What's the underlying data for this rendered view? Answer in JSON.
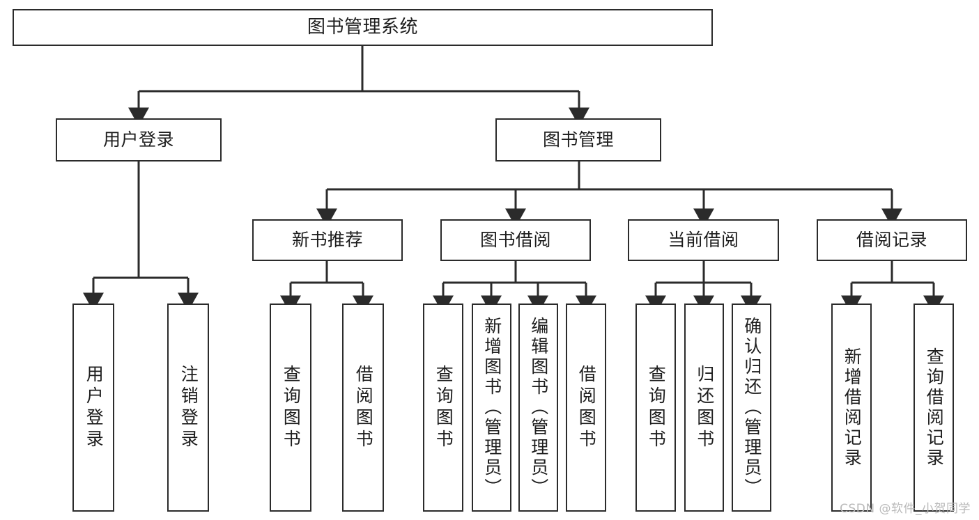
{
  "diagram": {
    "type": "tree",
    "title": "图书管理系统",
    "colors": {
      "stroke": "#2b2b2b",
      "fill": "#ffffff",
      "text": "#1d1d1d",
      "watermark": "#b9b9b9"
    },
    "watermark": "CSDN @软件_小贺同学",
    "nodes": {
      "root": {
        "label": "图书管理系统"
      },
      "level2": [
        {
          "label": "用户登录"
        },
        {
          "label": "图书管理"
        }
      ],
      "level3": [
        {
          "label": "新书推荐"
        },
        {
          "label": "图书借阅"
        },
        {
          "label": "当前借阅"
        },
        {
          "label": "借阅记录"
        }
      ],
      "leaves": {
        "user_login": [
          {
            "label": "用户登录"
          },
          {
            "label": "注销登录"
          }
        ],
        "new_book": [
          {
            "label": "查询图书"
          },
          {
            "label": "借阅图书"
          }
        ],
        "book_borrow": [
          {
            "label": "查询图书"
          },
          {
            "label": "新增图书（管理员）"
          },
          {
            "label": "编辑图书（管理员）"
          },
          {
            "label": "借阅图书"
          }
        ],
        "current_borrow": [
          {
            "label": "查询图书"
          },
          {
            "label": "归还图书"
          },
          {
            "label": "确认归还（管理员）"
          }
        ],
        "borrow_record": [
          {
            "label": "新增借阅记录"
          },
          {
            "label": "查询借阅记录"
          }
        ]
      }
    }
  }
}
